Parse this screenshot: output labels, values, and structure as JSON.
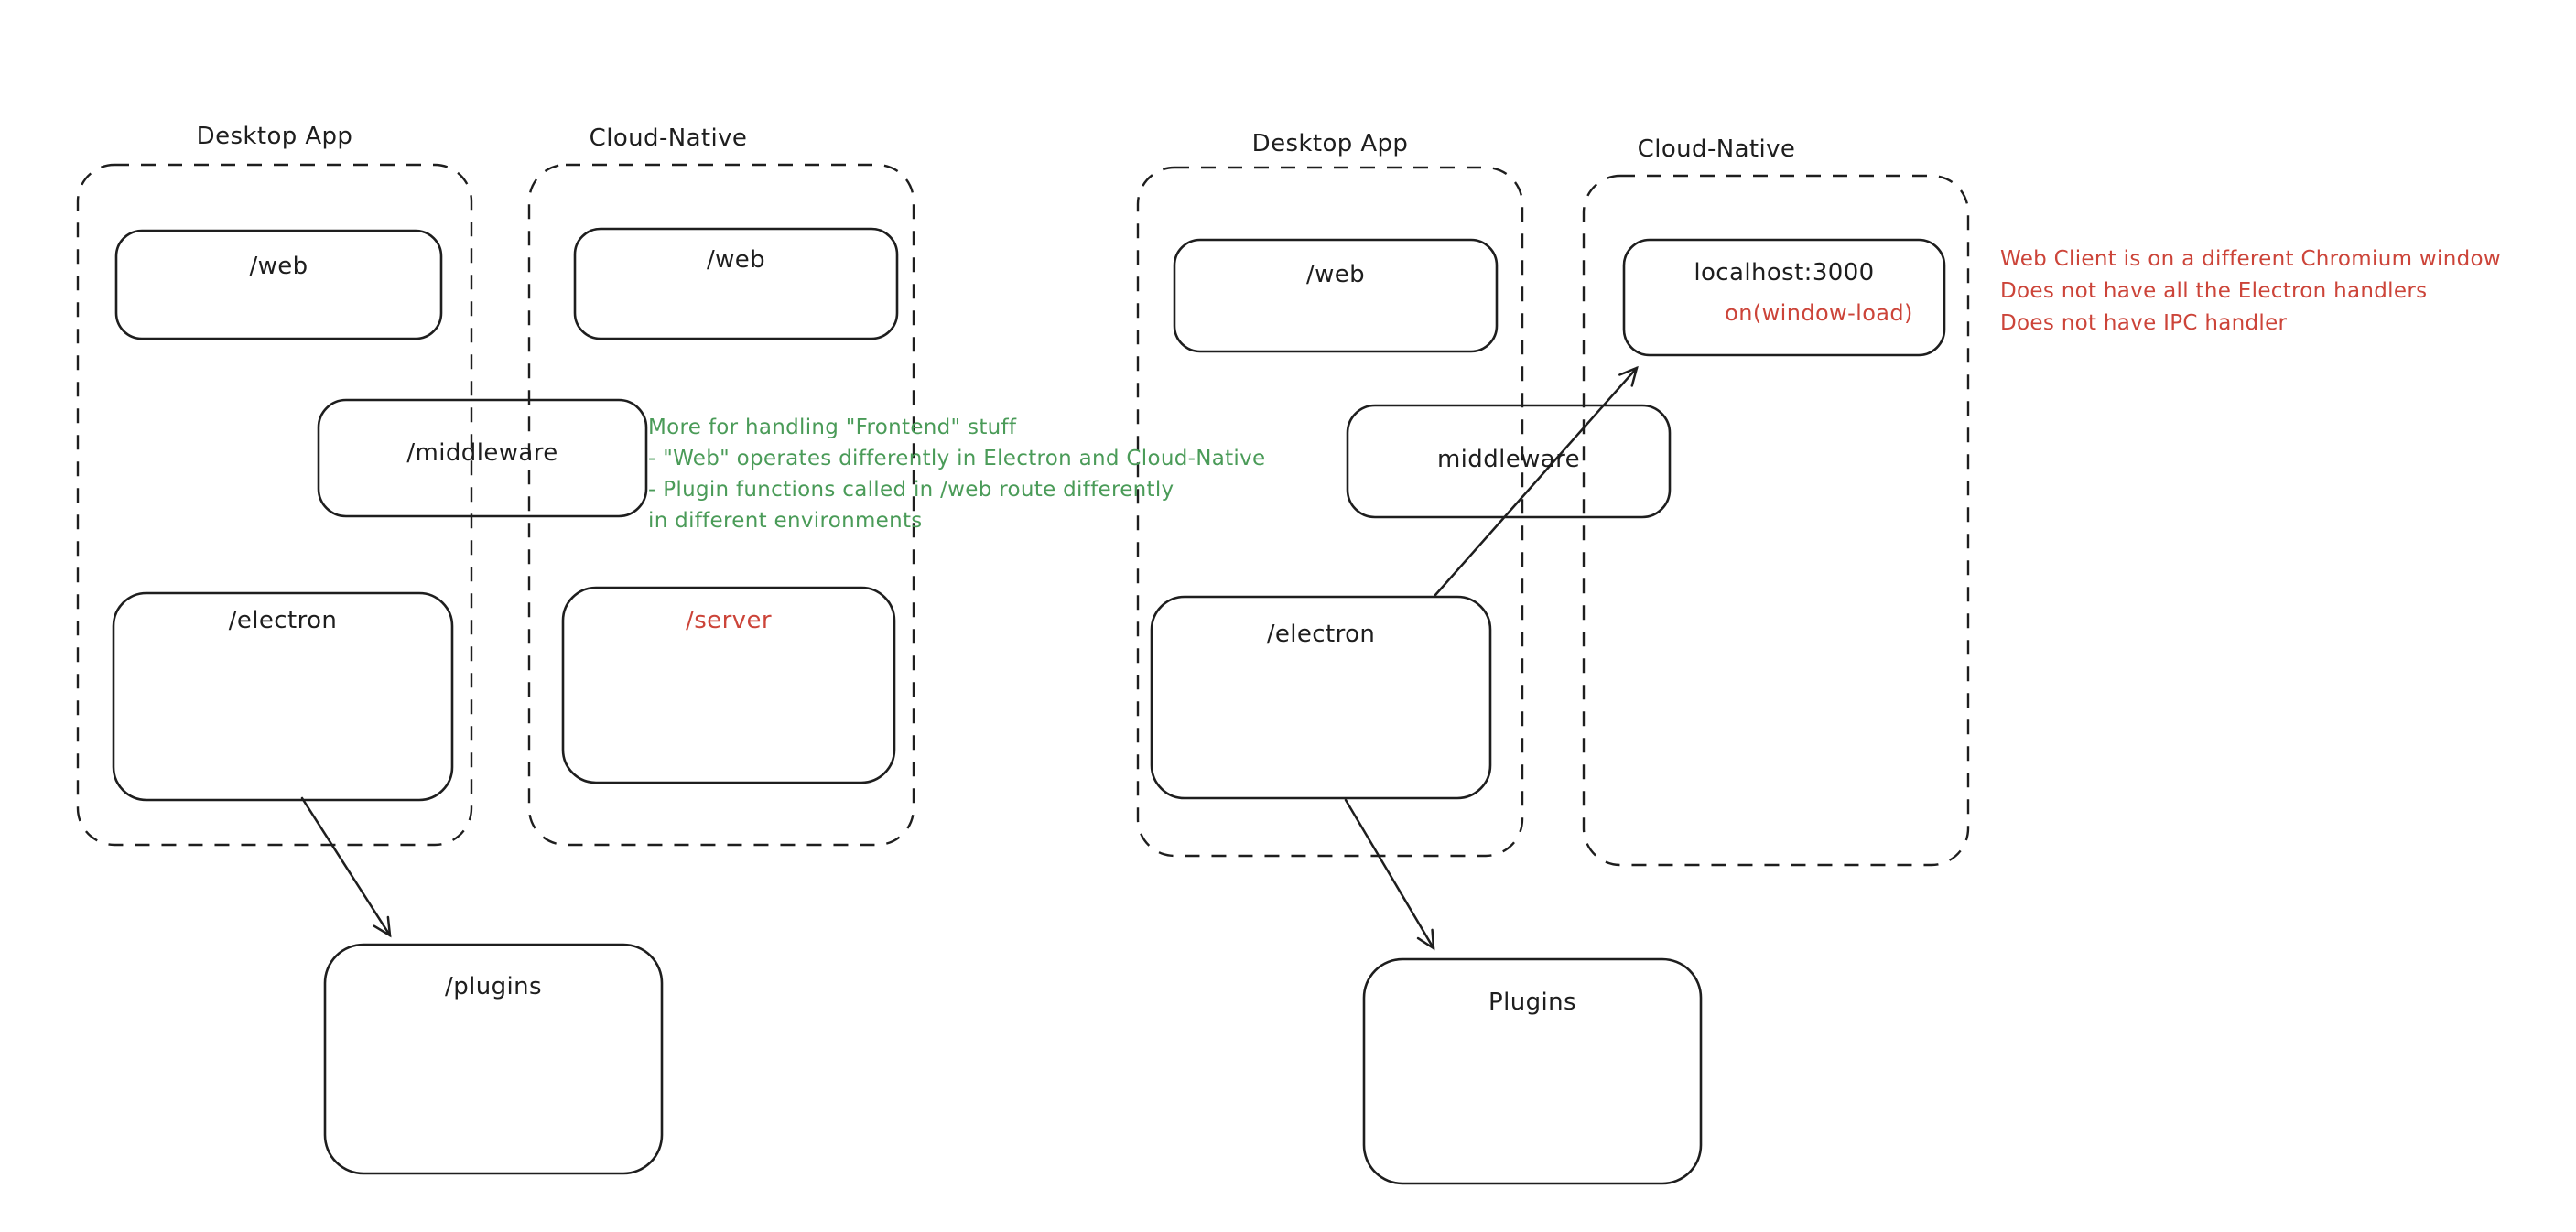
{
  "colors": {
    "ink": "#1e1e1e",
    "green": "#4a9b58",
    "red": "#cc4439",
    "background": "#ffffff"
  },
  "left": {
    "desktop": {
      "label": "Desktop App",
      "web": "/web",
      "electron": "/electron"
    },
    "cloud": {
      "label": "Cloud-Native",
      "web": "/web",
      "server": "/server"
    },
    "middleware": "/middleware",
    "plugins": "/plugins",
    "note": {
      "lines": [
        "More for handling \"Frontend\" stuff",
        "- \"Web\" operates differently in Electron and Cloud-Native",
        "- Plugin functions called in /web route differently",
        "in different environments"
      ]
    }
  },
  "right": {
    "desktop": {
      "label": "Desktop App",
      "web": "/web",
      "electron": "/electron"
    },
    "cloud": {
      "label": "Cloud-Native",
      "localhost": "localhost:3000",
      "window_load": "on(window-load)"
    },
    "middleware": "middleware",
    "plugins": "Plugins",
    "note": {
      "lines": [
        "Web Client is on a different Chromium window",
        "Does not have all the Electron handlers",
        "Does not have IPC handler"
      ]
    }
  }
}
